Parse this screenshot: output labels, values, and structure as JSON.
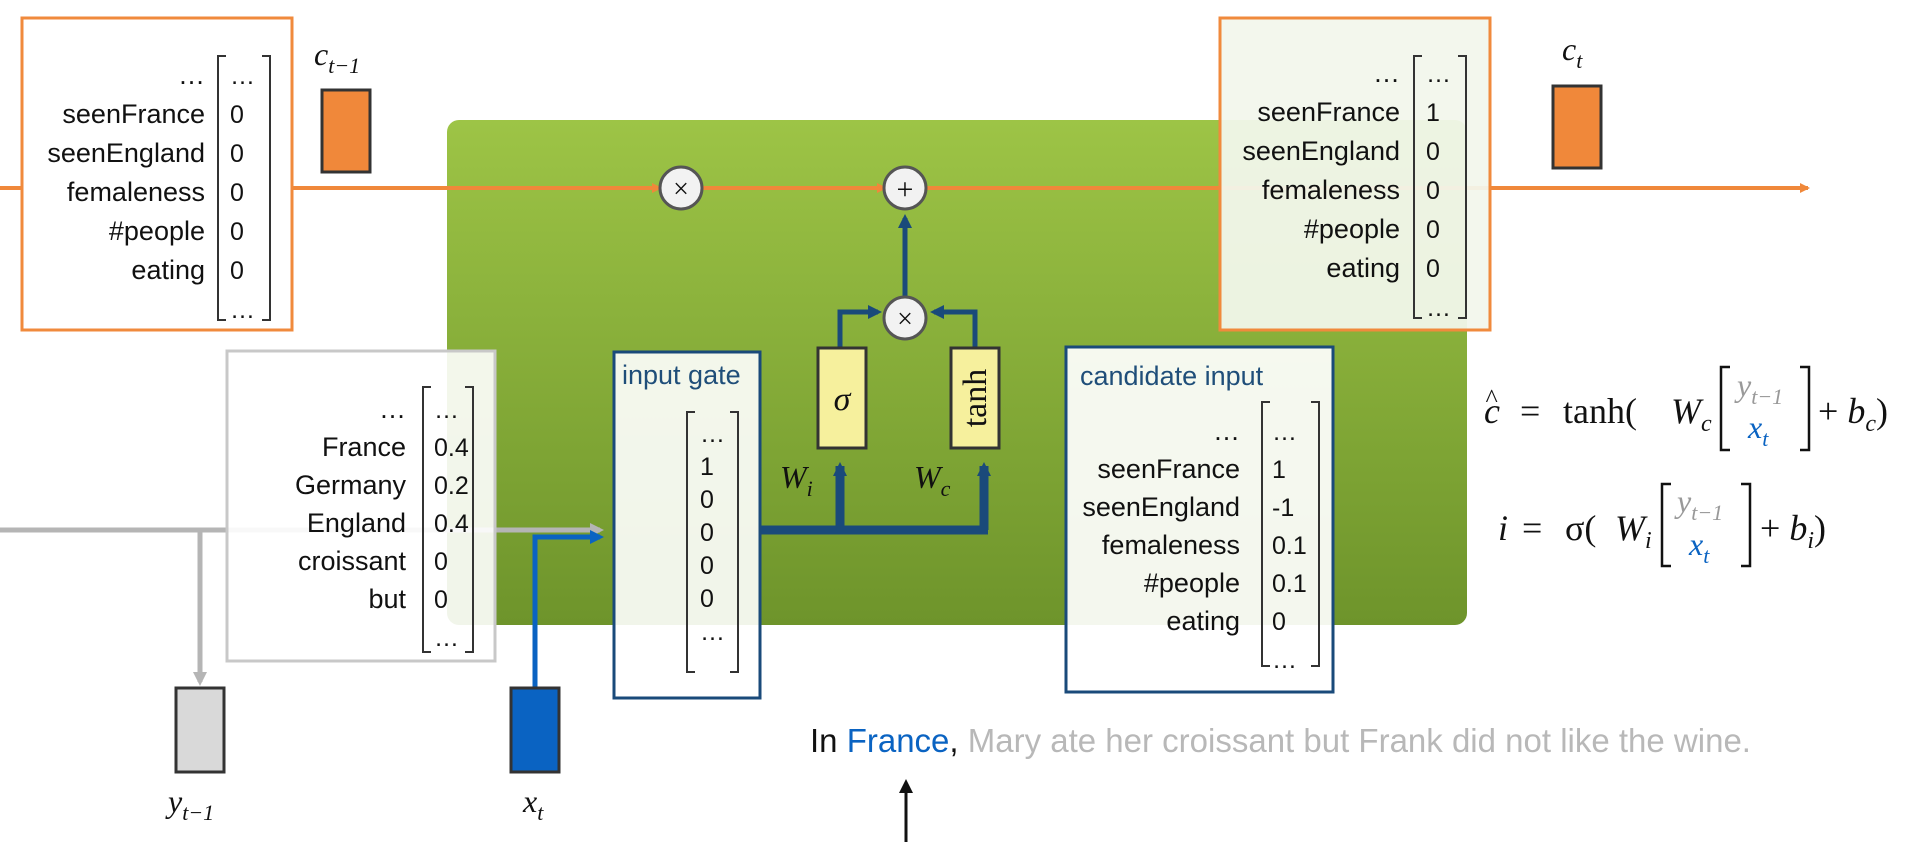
{
  "colors": {
    "cell_state": "#f0883a",
    "box_border_orange": "#f08a3c",
    "green_panel_top": "#9cc244",
    "green_panel_bottom": "#70962c",
    "hidden_gray": "#b9b9b9",
    "input_blue": "#0a63c2",
    "gate_navy": "#1a4a7a",
    "gate_fill_yellow": "#f6f09d",
    "faded_text": "#b8b8b8"
  },
  "cell_prev": {
    "label_main": "c",
    "label_sub": "t−1",
    "vector": {
      "labels": [
        "…",
        "seenFrance",
        "seenEngland",
        "femaleness",
        "#people",
        "eating",
        ""
      ],
      "values": [
        "…",
        "0",
        "0",
        "0",
        "0",
        "0",
        "…"
      ]
    }
  },
  "cell_next": {
    "label_main": "c",
    "label_sub": "t",
    "vector": {
      "labels": [
        "…",
        "seenFrance",
        "seenEngland",
        "femaleness",
        "#people",
        "eating",
        ""
      ],
      "values": [
        "…",
        "1",
        "0",
        "0",
        "0",
        "0",
        "…"
      ]
    }
  },
  "hidden_prev": {
    "label_main": "y",
    "label_sub": "t−1",
    "vector": {
      "labels": [
        "…",
        "France",
        "Germany",
        "England",
        "croissant",
        "but"
      ],
      "values": [
        "…",
        "0.4",
        "0.2",
        "0.4",
        "0",
        "0",
        "…"
      ]
    }
  },
  "input": {
    "label_main": "x",
    "label_sub": "t"
  },
  "input_gate": {
    "title": "input gate",
    "values": [
      "…",
      "1",
      "0",
      "0",
      "0",
      "0",
      "…"
    ],
    "sigma": "σ",
    "weight_main": "W",
    "weight_sub": "i"
  },
  "candidate": {
    "title": "candidate input",
    "activation": "tanh",
    "weight_main": "W",
    "weight_sub": "c",
    "vector": {
      "labels": [
        "…",
        "seenFrance",
        "seenEngland",
        "femaleness",
        "#people",
        "eating",
        ""
      ],
      "values": [
        "…",
        "1",
        "-1",
        "0.1",
        "0.1",
        "0",
        "…"
      ]
    }
  },
  "ops": {
    "multiply": "×",
    "add": "+"
  },
  "equations": {
    "chat": {
      "lhs_main": "c",
      "hat": "^",
      "eq": "=",
      "func": "tanh(",
      "w_main": "W",
      "w_sub": "c",
      "top_main": "y",
      "top_sub": "t−1",
      "bot_main": "x",
      "bot_sub": "t",
      "tail": "+ ",
      "b_main": "b",
      "b_sub": "c",
      "close": ")"
    },
    "i": {
      "lhs_main": "i",
      "eq": "=",
      "func": "σ(",
      "w_main": "W",
      "w_sub": "i",
      "top_main": "y",
      "top_sub": "t−1",
      "bot_main": "x",
      "bot_sub": "t",
      "tail": "+ ",
      "b_main": "b",
      "b_sub": "i",
      "close": ")"
    }
  },
  "sentence": {
    "word_in": "In ",
    "current_word": "France",
    "rest_first": ",",
    "rest": " Mary ate her croissant but Frank did not like the wine."
  }
}
